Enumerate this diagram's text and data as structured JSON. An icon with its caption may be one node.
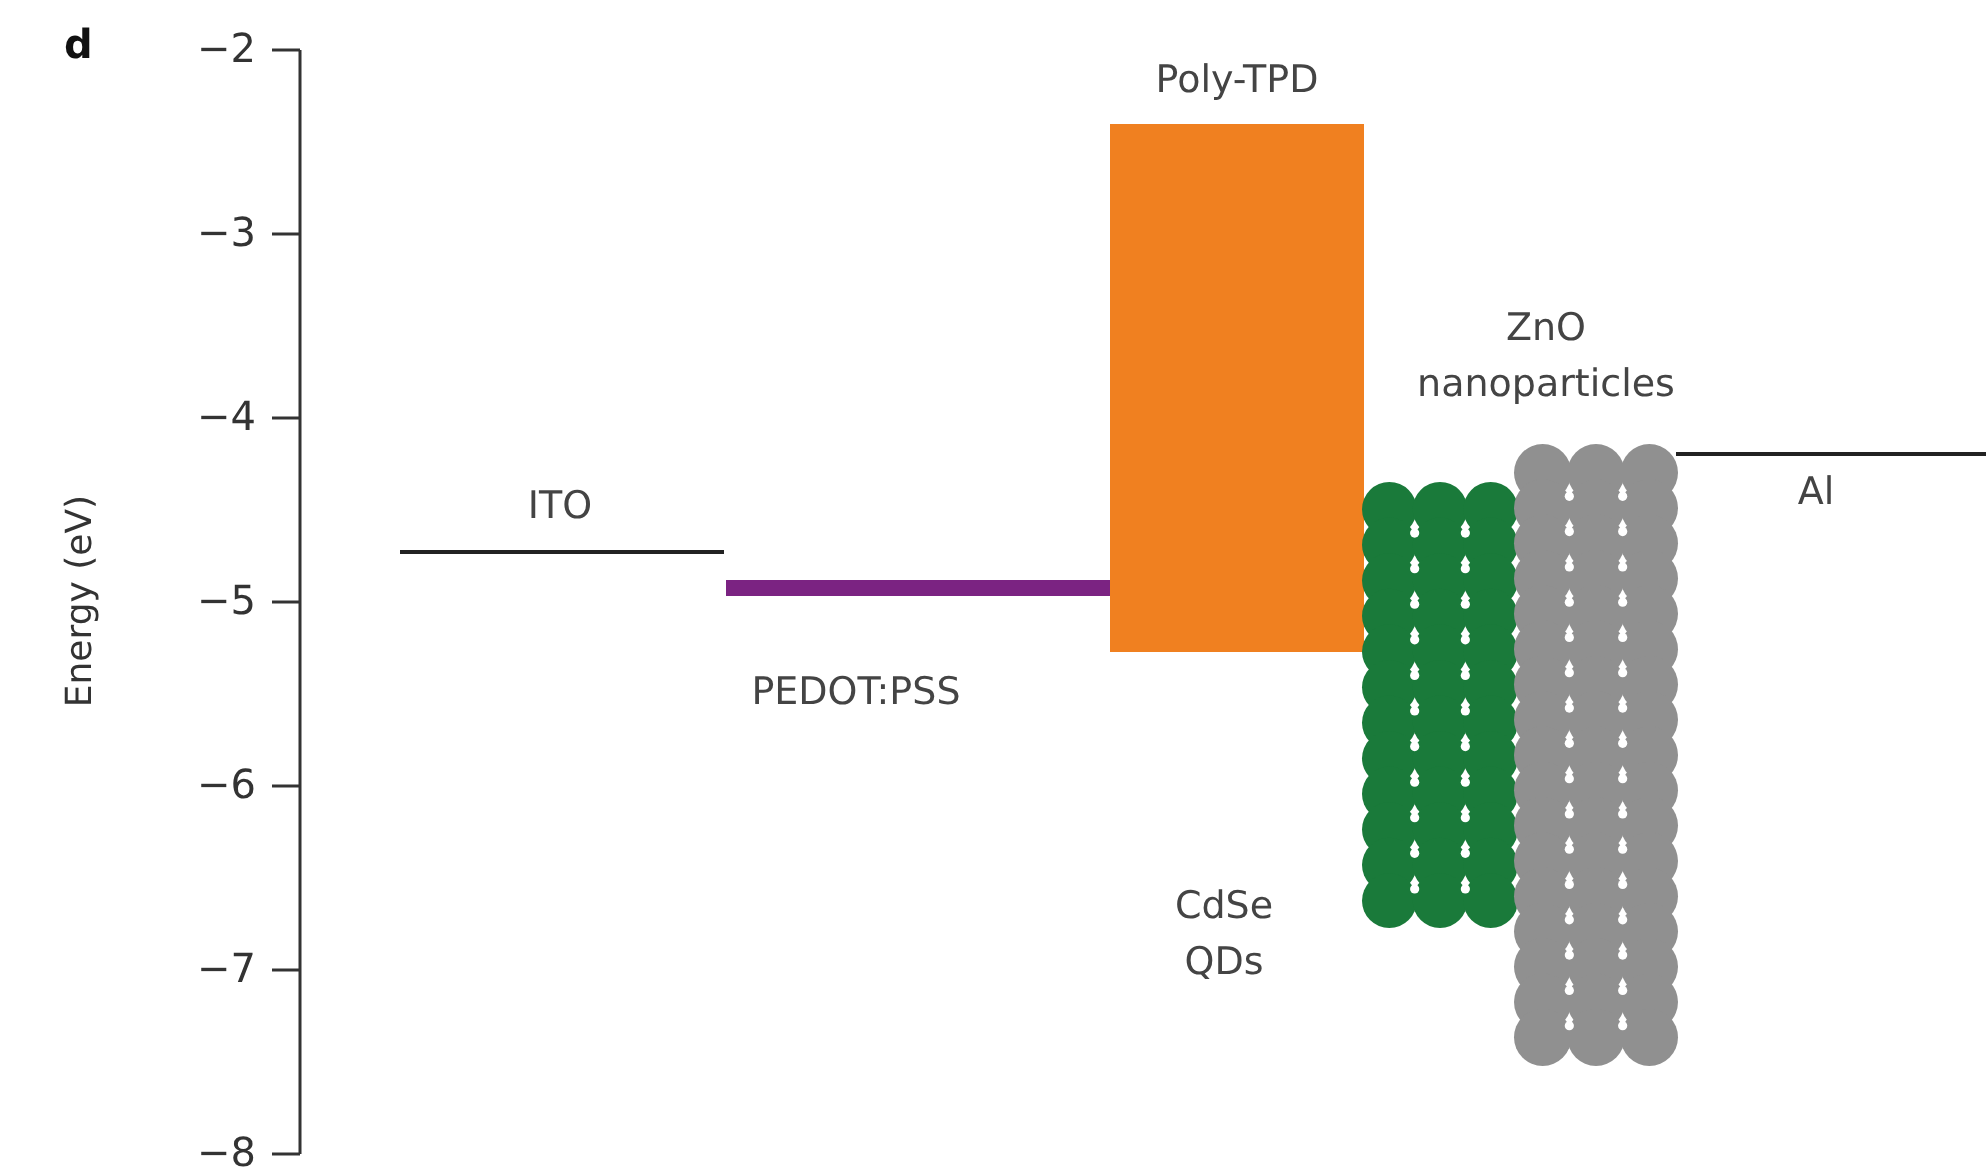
{
  "diagram": {
    "nodes": [
      {
        "text": [
          "ITO"
        ]
      },
      {
        "text": [
          "PEDOT:PSS"
        ]
      },
      {
        "text": [
          "Poly-TPD"
        ]
      },
      {
        "text": [
          "CdSe QDs"
        ]
      },
      {
        "text": [
          "ZnO nanoparticles"
        ]
      },
      {
        "text": [
          "Al"
        ]
      }
    ],
    "labels": [
      "d",
      "−2",
      "−3",
      "−4",
      "−5",
      "−6",
      "−7",
      "−8",
      "Energy (eV)"
    ]
  }
}
